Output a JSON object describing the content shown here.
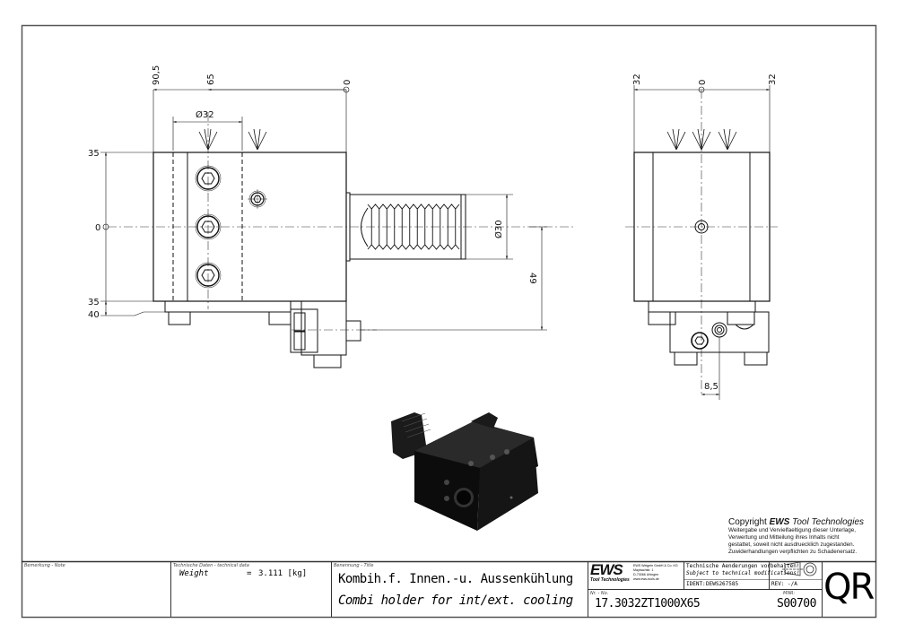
{
  "drawing": {
    "front_view": {
      "dims_top": [
        "90,5",
        "65",
        "0"
      ],
      "dim_diameter_top": "Ø32",
      "dims_left": [
        "35",
        "0",
        "35",
        "40"
      ],
      "dim_shank_diameter": "Ø30",
      "dim_height_right": "49"
    },
    "side_view": {
      "dims_top": [
        "32",
        "0",
        "32"
      ],
      "dim_bottom": "8,5"
    }
  },
  "copyright": {
    "prefix": "Copyright ",
    "brand": "EWS",
    "suffix": " Tool Technologies",
    "lines": [
      "Weitergabe und Vervielfaeltigung dieser Unterlage,",
      "Verwertung und Mitteilung ihres Inhalts nicht",
      "gestattet, soweit nicht ausdruecklich zugestanden.",
      "Zuwiderhandlungen verpflichten zu Schadenersatz."
    ]
  },
  "title_block": {
    "note_label": "Bemerkung - Note",
    "tech_label": "Technische Daten - technical data",
    "weight_label": "Weight",
    "weight_eq": "=",
    "weight_value": "3.111 [kg]",
    "title_label": "Benennung - Title",
    "title_de": "Kombih.f. Innen.-u. Aussenkühlung",
    "title_en": "Combi holder for int/ext. cooling",
    "logo_text": "EWS",
    "logo_sub": "Tool Technologies",
    "company_lines": [
      "EWS Weigele GmbH & Co. KG",
      "Maybachstr. 1",
      "D-73066 Uhingen",
      "www.ews-tools.de"
    ],
    "notice_de": "Technische Aenderungen vorbehalten!",
    "notice_en": "Subject to technical modifications!",
    "ident_label": "IDENT:",
    "ident_value": "DEWS267585",
    "rev_label": "REV:",
    "rev_value": "-/A",
    "nr_label": "Nr. - No.",
    "nr_value": "17.3032ZT1000X65",
    "mnr_label": "MNR:",
    "mnr_value": "S00700",
    "qr_text": "QR"
  }
}
